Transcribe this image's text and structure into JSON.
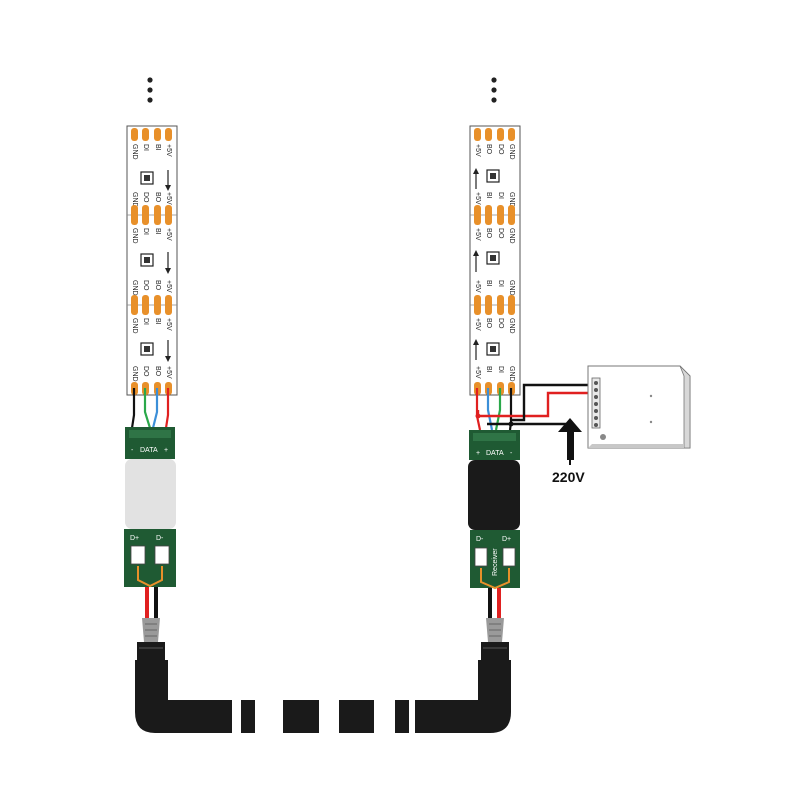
{
  "left_strip": {
    "segments": [
      {
        "top_pads": [
          "GND",
          "DI",
          "BI",
          "+5V"
        ],
        "bottom_pads": [
          "GND",
          "DO",
          "BO",
          "+5V"
        ]
      },
      {
        "top_pads": [
          "GND",
          "DI",
          "BI",
          "+5V"
        ],
        "bottom_pads": [
          "GND",
          "DO",
          "BO",
          "+5V"
        ]
      },
      {
        "top_pads": [
          "GND",
          "DI",
          "BI",
          "+5V"
        ],
        "bottom_pads": [
          "GND",
          "DO",
          "BO",
          "+5V"
        ]
      }
    ],
    "connector_label": "DATA",
    "connector_plus": "+",
    "connector_minus": "-",
    "lower_board_left": "D+",
    "lower_board_right": "D-"
  },
  "right_strip": {
    "segments": [
      {
        "top_pads": [
          "+5V",
          "BO",
          "DO",
          "GND"
        ],
        "bottom_pads": [
          "+5V",
          "BI",
          "DI",
          "GND"
        ]
      },
      {
        "top_pads": [
          "+5V",
          "BO",
          "DO",
          "GND"
        ],
        "bottom_pads": [
          "+5V",
          "BI",
          "DI",
          "GND"
        ]
      },
      {
        "top_pads": [
          "+5V",
          "BO",
          "DO",
          "GND"
        ],
        "bottom_pads": [
          "+5V",
          "BI",
          "DI",
          "GND"
        ]
      }
    ],
    "connector_label": "DATA",
    "connector_plus": "+",
    "connector_minus": "-",
    "lower_board_left": "D-",
    "lower_board_right": "D+",
    "receiver_label": "Receiver"
  },
  "power_input_label": "220V",
  "colors": {
    "pcb_white": "#ffffff",
    "pad_orange": "#e8902a",
    "board_green": "#1f5a33",
    "wire_red": "#e02020",
    "wire_black": "#111111",
    "wire_blue": "#3b8fd8",
    "wire_green": "#2aa84a",
    "converter_grey": "#e2e2e2",
    "converter_black": "#1a1a1a",
    "cable_black": "#1a1a1a"
  },
  "icons": [
    "led-chip-icon",
    "arrow-icon",
    "power-supply-icon",
    "ellipsis-dots-icon"
  ]
}
